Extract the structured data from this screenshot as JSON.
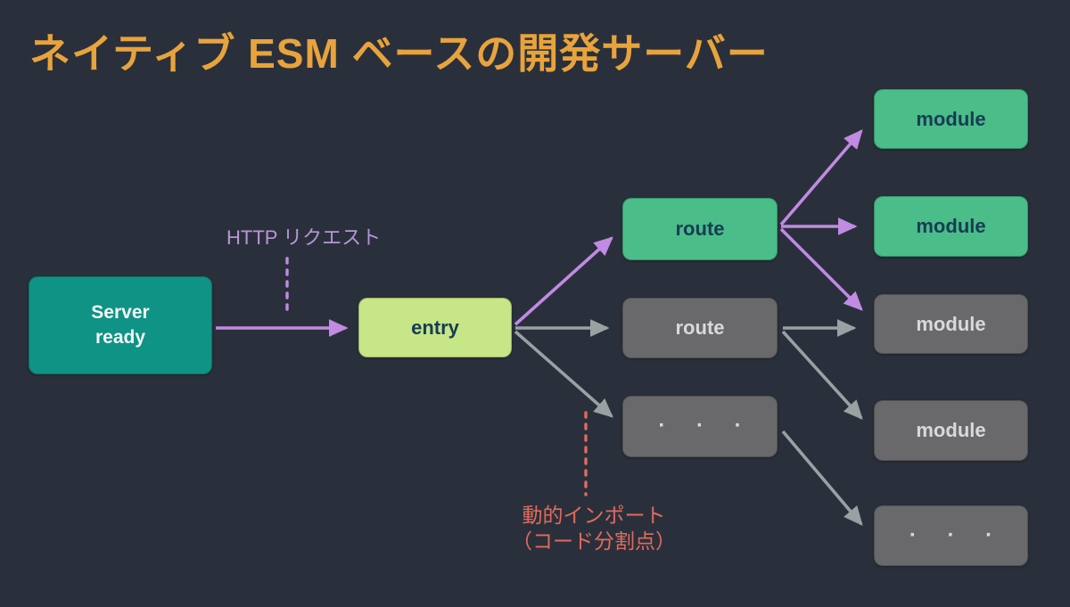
{
  "title": "ネイティブ ESM ベースの開発サーバー",
  "colors": {
    "background": "#2a303b",
    "title_orange": "#e8a33c",
    "teal": "#0f9384",
    "green": "#4abd89",
    "lime": "#c6e687",
    "gray_box": "#69696b",
    "dark_text": "#173c54",
    "light_text": "#d8d9da",
    "white_text": "#f5f7f7",
    "purple": "#c18ae3",
    "purple_label": "#b795d8",
    "gray_arrow": "#9ba0a3",
    "red": "#e16a5d"
  },
  "nodes": {
    "server_ready": {
      "line1": "Server",
      "line2": "ready"
    },
    "entry": {
      "label": "entry"
    },
    "route_active": {
      "label": "route"
    },
    "route_inactive": {
      "label": "route"
    },
    "routes_more": {
      "label": "· · ·"
    },
    "module_top": {
      "label": "module"
    },
    "module_mid": {
      "label": "module"
    },
    "module_gray1": {
      "label": "module"
    },
    "module_gray2": {
      "label": "module"
    },
    "modules_more": {
      "label": "· · ·"
    }
  },
  "annotations": {
    "http_request": {
      "label": "HTTP リクエスト"
    },
    "dynamic_import": {
      "line1": "動的インポート",
      "line2": "（コード分割点）"
    }
  },
  "edges": [
    {
      "from": "server_ready",
      "to": "entry",
      "style": "purple"
    },
    {
      "from": "entry",
      "to": "route_active",
      "style": "purple"
    },
    {
      "from": "entry",
      "to": "route_inactive",
      "style": "gray"
    },
    {
      "from": "entry",
      "to": "routes_more",
      "style": "gray"
    },
    {
      "from": "route_active",
      "to": "module_top",
      "style": "purple"
    },
    {
      "from": "route_active",
      "to": "module_mid",
      "style": "purple"
    },
    {
      "from": "route_active",
      "to": "module_gray1",
      "style": "purple"
    },
    {
      "from": "route_inactive",
      "to": "module_gray1",
      "style": "gray"
    },
    {
      "from": "route_inactive",
      "to": "module_gray2",
      "style": "gray"
    },
    {
      "from": "routes_more",
      "to": "modules_more",
      "style": "gray"
    }
  ]
}
